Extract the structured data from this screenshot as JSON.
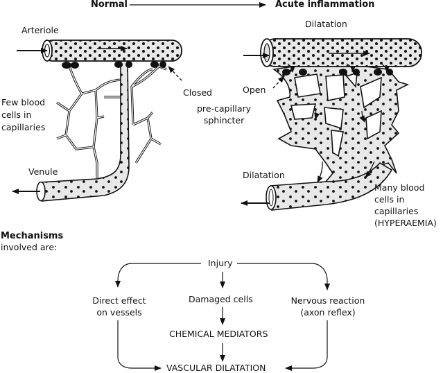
{
  "header": {
    "from_label": "Normal",
    "to_label": "Acute inflammation"
  },
  "normal_panel": {
    "arteriole_label": "Arteriole",
    "venule_label": "Venule",
    "few_cells_label": [
      "Few blood",
      "cells in",
      "capillaries"
    ],
    "closed_label": "Closed"
  },
  "sphincter_label": [
    "pre-capillary",
    "sphincter"
  ],
  "inflamed_panel": {
    "dilatation_top_label": "Dilatation",
    "open_label": "Open",
    "dilatation_bottom_label": "Dilatation",
    "many_cells_label": [
      "Many blood",
      "cells in",
      "capillaries",
      "(HYPERAEMIA)"
    ]
  },
  "mechanisms": {
    "title": "Mechanisms",
    "subtitle": "involved are:"
  },
  "flowchart": {
    "injury": "Injury",
    "direct_effect": [
      "Direct effect",
      "on vessels"
    ],
    "damaged_cells": "Damaged cells",
    "nervous_reaction": [
      "Nervous reaction",
      "(axon reflex)"
    ],
    "chemical_mediators": "CHEMICAL MEDIATORS",
    "vascular_dilatation": "VASCULAR DILATATION"
  },
  "colors": {
    "ink": "#111111",
    "vessel_fill": "#e6e6e6",
    "background": "#ffffff"
  }
}
